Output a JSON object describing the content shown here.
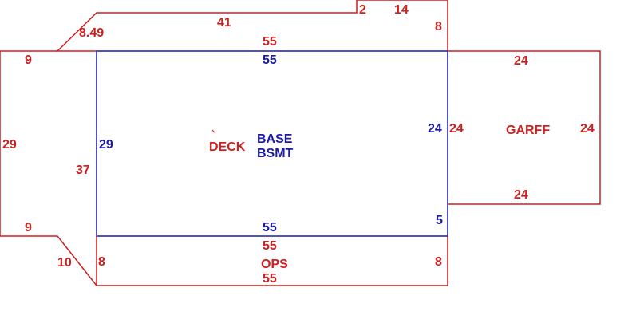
{
  "sketch": {
    "colors": {
      "exterior": "#cc1f1f",
      "interior": "#1a1aa6",
      "background": "#ffffff"
    },
    "areas": {
      "deck": "DECK",
      "base": "BASE",
      "bsmt": "BSMT",
      "garff": "GARFF",
      "ops": "OPS"
    },
    "exterior_dims": {
      "d_2": "2",
      "d_14": "14",
      "d_41": "41",
      "d_8_49": "8.49",
      "d_8_top_right": "8",
      "d_55_top": "55",
      "d_9_top": "9",
      "d_29_left": "29",
      "d_37": "37",
      "d_9_bottom": "9",
      "d_10": "10",
      "d_8_ops_left": "8",
      "d_55_ops_top": "55",
      "d_8_ops_right": "8",
      "d_55_ops_bottom": "55",
      "d_24_gar_top": "24",
      "d_24_gar_left": "24",
      "d_24_gar_right": "24",
      "d_24_gar_bottom": "24"
    },
    "interior_dims": {
      "d_55_top": "55",
      "d_29": "29",
      "d_24": "24",
      "d_5": "5",
      "d_55_bottom": "55"
    }
  }
}
